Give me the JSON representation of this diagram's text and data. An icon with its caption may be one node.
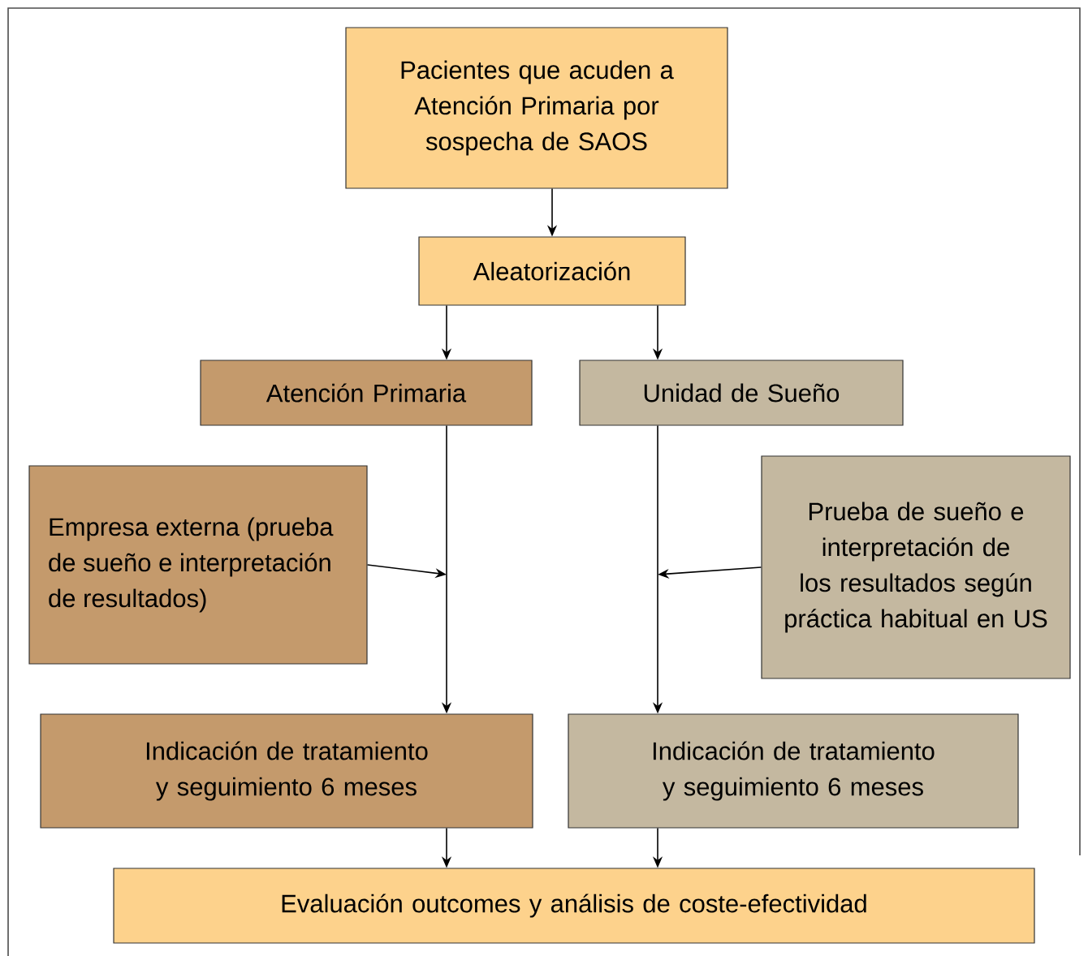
{
  "diagram": {
    "nodes": [
      {
        "text": [
          "Pacientes que acuden a Atención Primaria por sospecha de SAOS"
        ]
      },
      {
        "text": [
          "Aleatorización"
        ]
      },
      {
        "text": [
          "Atención Primaria"
        ]
      },
      {
        "text": [
          "Unidad de Sueño"
        ]
      },
      {
        "text": [
          "Empresa externa (prueba de sueño e interpretación de resultados)"
        ]
      },
      {
        "text": [
          "Prueba de sueño e interpretación de los resultados según práctica habitual en US"
        ]
      },
      {
        "text": [
          "Indicación de tratamiento y seguimiento 6 meses"
        ]
      },
      {
        "text": [
          "Indicación de tratamiento y seguimiento 6 meses"
        ]
      },
      {
        "text": [
          "Evaluación outcomes y análisis de coste-efectividad"
        ]
      }
    ],
    "edges": [
      {
        "from": 0,
        "to": 1,
        "arrow": "to"
      },
      {
        "from": 1,
        "to": 2,
        "arrow": "to"
      },
      {
        "from": 1,
        "to": 3,
        "arrow": "to"
      },
      {
        "from": 2,
        "to": 6,
        "arrow": "to"
      },
      {
        "from": 3,
        "to": 7,
        "arrow": "to"
      },
      {
        "from": 4,
        "to": null,
        "arrow": "to"
      },
      {
        "from": 5,
        "to": null,
        "arrow": "to"
      },
      {
        "from": 6,
        "to": 8,
        "arrow": "to"
      },
      {
        "from": 7,
        "to": 8,
        "arrow": "to"
      }
    ]
  }
}
